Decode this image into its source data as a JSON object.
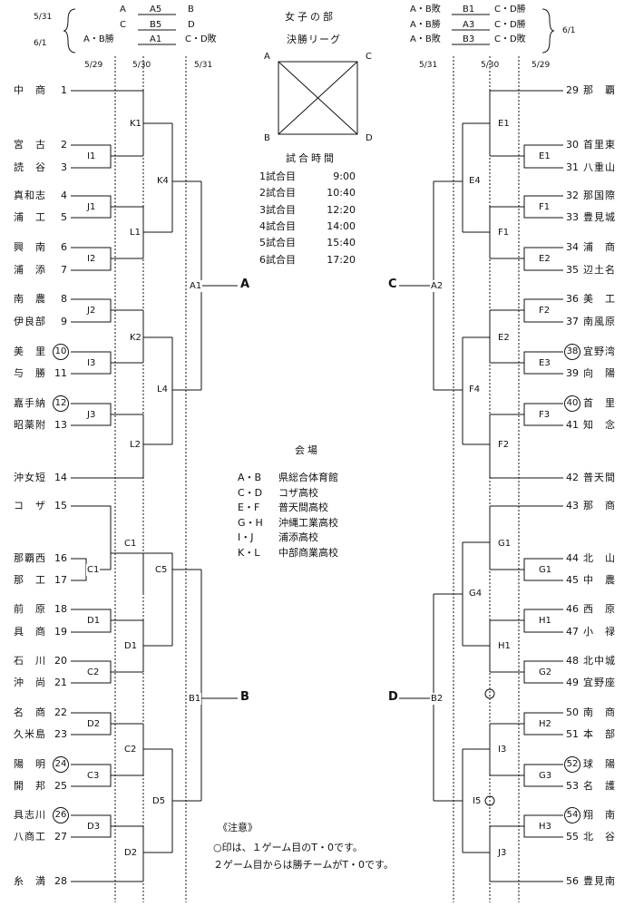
{
  "top_left": {
    "date1": "5/31",
    "date2": "6/1",
    "rows": [
      {
        "l": "A",
        "code": "A5",
        "r": "B"
      },
      {
        "l": "C",
        "code": "B5",
        "r": "D"
      },
      {
        "l": "A・B勝",
        "code": "A1",
        "r": "C・D敗"
      }
    ]
  },
  "top_right": {
    "date": "6/1",
    "rows": [
      {
        "l": "A・B敗",
        "code": "B1",
        "r": "C・D勝"
      },
      {
        "l": "A・B勝",
        "code": "A3",
        "r": "C・D勝"
      },
      {
        "l": "A・B敗",
        "code": "B3",
        "r": "C・D敗"
      }
    ]
  },
  "center": {
    "title": "女子の部",
    "league": "決勝リーグ",
    "corners": [
      "A",
      "C",
      "B",
      "D"
    ],
    "schedule_title": "試合時間",
    "schedule": [
      {
        "game": "1試合目",
        "time": "9:00"
      },
      {
        "game": "2試合目",
        "time": "10:40"
      },
      {
        "game": "3試合目",
        "time": "12:20"
      },
      {
        "game": "4試合目",
        "time": "14:00"
      },
      {
        "game": "5試合目",
        "time": "15:40"
      },
      {
        "game": "6試合目",
        "time": "17:20"
      }
    ],
    "venue_title": "会場",
    "venues": [
      {
        "k": "A・B",
        "v": "県総合体育館"
      },
      {
        "k": "C・D",
        "v": "コザ高校"
      },
      {
        "k": "E・F",
        "v": "普天間高校"
      },
      {
        "k": "G・H",
        "v": "沖縄工業高校"
      },
      {
        "k": "I・J",
        "v": "浦添高校"
      },
      {
        "k": "K・L",
        "v": "中部商業高校"
      }
    ],
    "note_title": "《注意》",
    "note_lines": [
      "○印は、１ゲーム目のT・0です。",
      "２ゲーム目からは勝チームがT・0です。"
    ]
  },
  "col_dates_left": [
    "5/29",
    "5/30",
    "5/31"
  ],
  "col_dates_right": [
    "5/31",
    "5/30",
    "5/29"
  ],
  "left_teams": [
    {
      "name": "中　商",
      "num": "1"
    },
    {
      "name": "宮　古",
      "num": "2"
    },
    {
      "name": "読　谷",
      "num": "3"
    },
    {
      "name": "真和志",
      "num": "4"
    },
    {
      "name": "浦　工",
      "num": "5"
    },
    {
      "name": "興　南",
      "num": "6"
    },
    {
      "name": "浦　添",
      "num": "7"
    },
    {
      "name": "南　農",
      "num": "8"
    },
    {
      "name": "伊良部",
      "num": "9"
    },
    {
      "name": "美　里",
      "num": "10",
      "circled": true
    },
    {
      "name": "与　勝",
      "num": "11"
    },
    {
      "name": "嘉手納",
      "num": "12",
      "circled": true
    },
    {
      "name": "昭薬附",
      "num": "13"
    },
    {
      "name": "沖女短",
      "num": "14"
    },
    {
      "name": "コ　ザ",
      "num": "15"
    },
    {
      "name": "那覇西",
      "num": "16"
    },
    {
      "name": "那　工",
      "num": "17"
    },
    {
      "name": "前　原",
      "num": "18"
    },
    {
      "name": "具　商",
      "num": "19"
    },
    {
      "name": "石　川",
      "num": "20"
    },
    {
      "name": "沖　尚",
      "num": "21"
    },
    {
      "name": "名　商",
      "num": "22"
    },
    {
      "name": "久米島",
      "num": "23"
    },
    {
      "name": "陽　明",
      "num": "24",
      "circled": true
    },
    {
      "name": "開　邦",
      "num": "25"
    },
    {
      "name": "具志川",
      "num": "26",
      "circled": true
    },
    {
      "name": "八商工",
      "num": "27"
    },
    {
      "name": "糸　満",
      "num": "28"
    }
  ],
  "right_teams": [
    {
      "name": "那　覇",
      "num": "29"
    },
    {
      "name": "首里東",
      "num": "30"
    },
    {
      "name": "八重山",
      "num": "31"
    },
    {
      "name": "那国際",
      "num": "32"
    },
    {
      "name": "豊見城",
      "num": "33"
    },
    {
      "name": "浦　商",
      "num": "34"
    },
    {
      "name": "辺土名",
      "num": "35"
    },
    {
      "name": "美　工",
      "num": "36"
    },
    {
      "name": "南風原",
      "num": "37"
    },
    {
      "name": "宜野湾",
      "num": "38",
      "circled": true
    },
    {
      "name": "向　陽",
      "num": "39"
    },
    {
      "name": "首　里",
      "num": "40",
      "circled": true
    },
    {
      "name": "知　念",
      "num": "41"
    },
    {
      "name": "普天間",
      "num": "42"
    },
    {
      "name": "那　商",
      "num": "43"
    },
    {
      "name": "北　山",
      "num": "44"
    },
    {
      "name": "中　農",
      "num": "45"
    },
    {
      "name": "西　原",
      "num": "46"
    },
    {
      "name": "小　禄",
      "num": "47"
    },
    {
      "name": "北中城",
      "num": "48"
    },
    {
      "name": "宜野座",
      "num": "49"
    },
    {
      "name": "南　商",
      "num": "50"
    },
    {
      "name": "本　部",
      "num": "51"
    },
    {
      "name": "球　陽",
      "num": "52",
      "circled": true
    },
    {
      "name": "名　護",
      "num": "53"
    },
    {
      "name": "翔　南",
      "num": "54",
      "circled": true
    },
    {
      "name": "北　谷",
      "num": "55"
    },
    {
      "name": "豊見南",
      "num": "56"
    }
  ],
  "left_codes": {
    "I1": "I1",
    "J1": "J1",
    "I2": "I2",
    "J2": "J2",
    "I3": "I3",
    "J3": "J3",
    "K1": "K1",
    "L1": "L1",
    "K2": "K2",
    "L2": "L2",
    "K4": "K4",
    "L4": "L4",
    "C1a": "C1",
    "C1b": "C1",
    "D1a": "D1",
    "D1b": "D1",
    "C2a": "C2",
    "C2b": "C2",
    "D2a": "D2",
    "D2b": "D2",
    "D3": "D3",
    "C3": "C3",
    "C5": "C5",
    "D5": "D5",
    "A1": "A1",
    "B1": "B1"
  },
  "right_codes": {
    "E1a": "E1",
    "E1b": "E1",
    "F1a": "F1",
    "F1b": "F1",
    "E2a": "E2",
    "E2b": "E2",
    "F2a": "F2",
    "F2b": "F2",
    "E3": "E3",
    "F3": "F3",
    "E4": "E4",
    "F4": "F4",
    "G1a": "G1",
    "G1b": "G1",
    "H1a": "H1",
    "H1b": "H1",
    "G2": "G2",
    "H2": "H2",
    "G3": "G3",
    "H3": "H3",
    "I3": "I3",
    "J3": "J3",
    "G4": "G4",
    "I5": "I5",
    "A2": "A2",
    "B2": "B2"
  },
  "final_labels": {
    "left_top": "A",
    "left_bottom": "B",
    "right_top": "C",
    "right_bottom": "D"
  }
}
